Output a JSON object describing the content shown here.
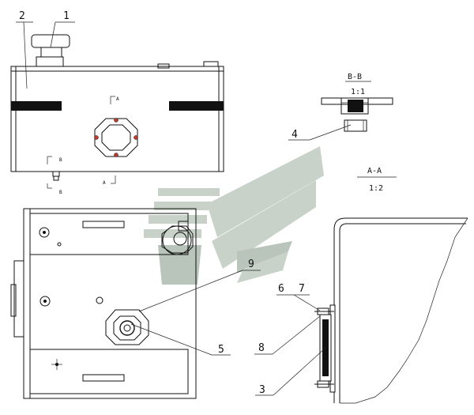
{
  "callouts": {
    "c1": "1",
    "c2": "2",
    "c3": "3",
    "c4": "4",
    "c5": "5",
    "c6": "6",
    "c7": "7",
    "c8": "8",
    "c9": "9"
  },
  "sections": {
    "bb_title": "B-B",
    "bb_scale": "1:1",
    "aa_title": "A-A",
    "aa_scale": "1:2"
  },
  "markers": {
    "a_top": "A",
    "a_bottom": "A",
    "b_top": "B",
    "b_bottom": "B"
  },
  "colors": {
    "line": "#111111",
    "watermark": "#c9d2c9",
    "bolt_red": "#c0392b"
  }
}
